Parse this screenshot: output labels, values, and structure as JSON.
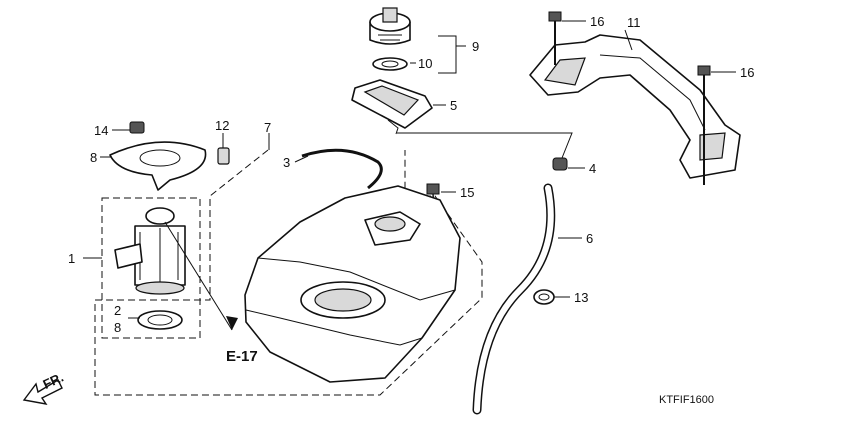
{
  "callouts": [
    "1",
    "2",
    "3",
    "4",
    "5",
    "6",
    "7",
    "8",
    "8",
    "9",
    "10",
    "11",
    "12",
    "13",
    "14",
    "15",
    "16",
    "16"
  ],
  "reference": "E-17",
  "direction": "FR.",
  "diagram_code": "KTFIF1600",
  "colors": {
    "line": "#111111",
    "shade": "#d9d9d9",
    "background": "#ffffff"
  }
}
